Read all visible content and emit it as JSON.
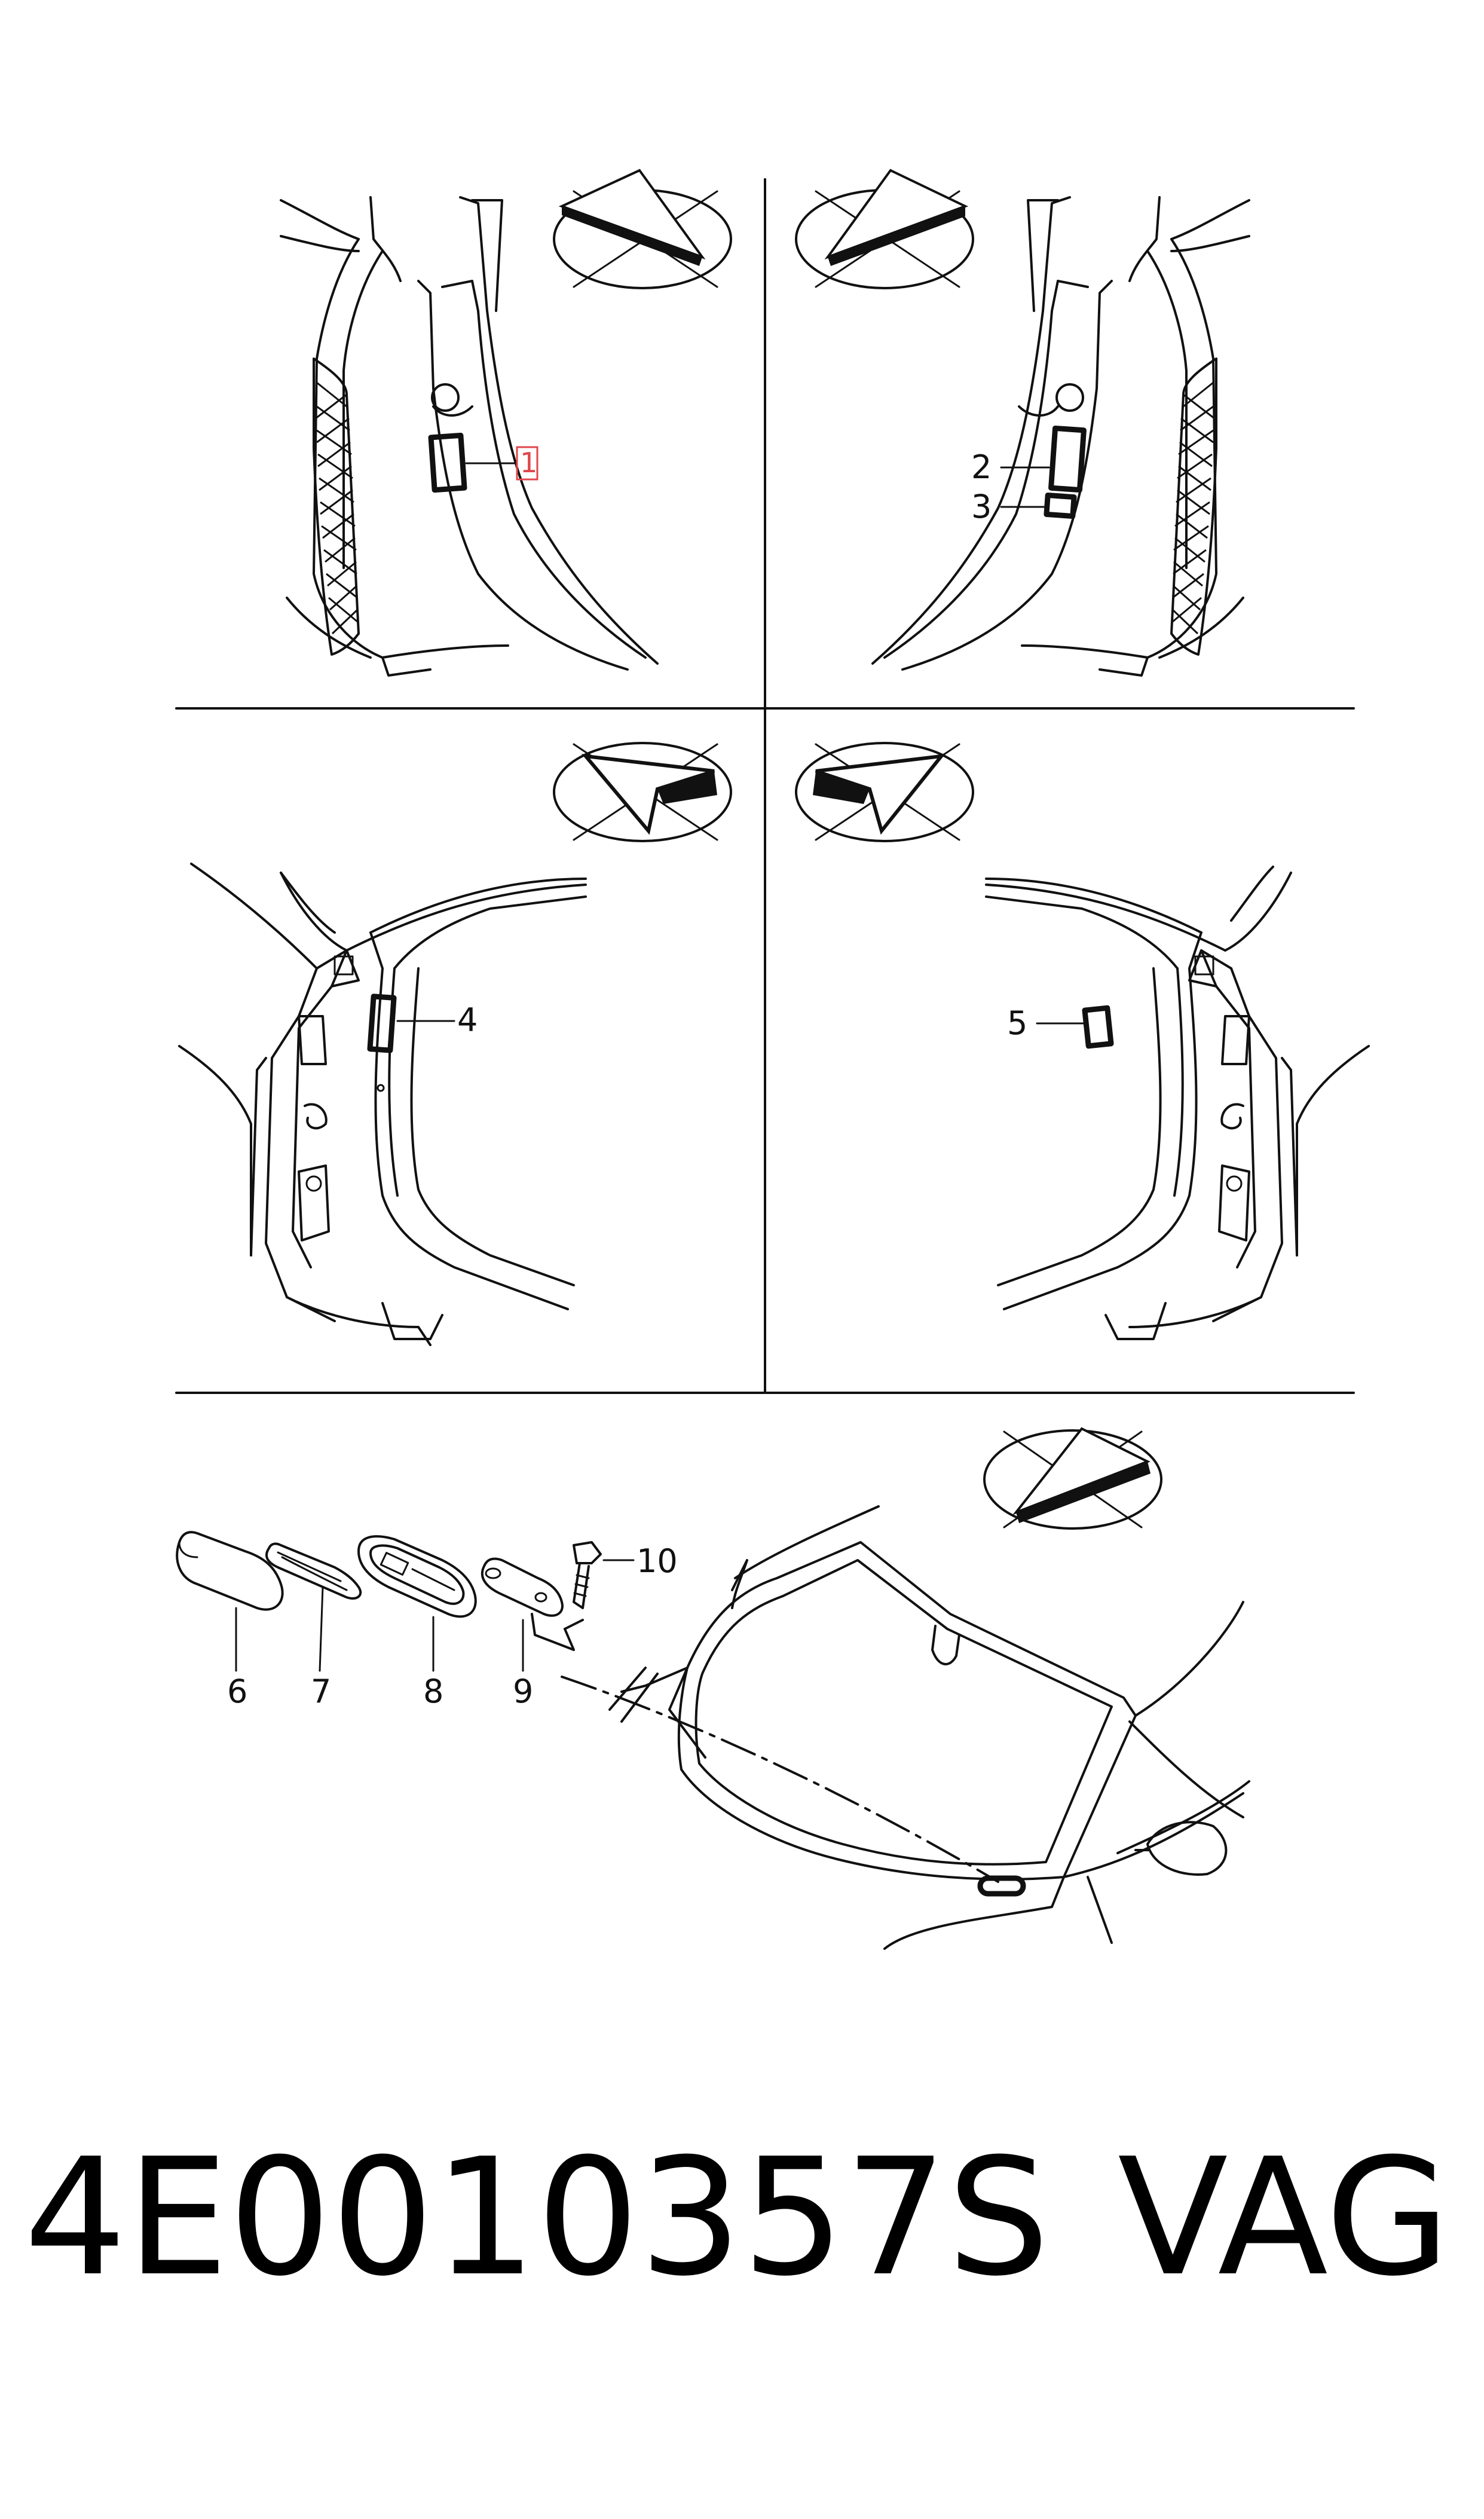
{
  "callouts": {
    "c1": "1",
    "c2": "2",
    "c3": "3",
    "c4": "4",
    "c5": "5",
    "c6": "6",
    "c7": "7",
    "c8": "8",
    "c9": "9",
    "c10": "10"
  },
  "footer": {
    "part_number": "4E0010357S",
    "brand": "VAG"
  },
  "colors": {
    "line": "#111111",
    "highlight": "#e0474c",
    "background": "#ffffff"
  }
}
